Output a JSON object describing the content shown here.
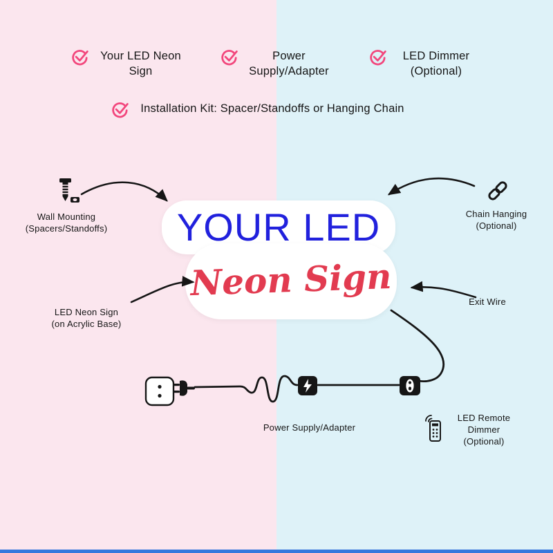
{
  "theme": {
    "bg_left": "#fbe6ee",
    "bg_right": "#def2f8",
    "check": "#f2467c",
    "sign_blue": "#2121dd",
    "sign_red": "#e23b50",
    "wire_ink": "#161616",
    "bottom_bar": "#3a78dd"
  },
  "checklist": [
    {
      "label": "Your LED Neon Sign"
    },
    {
      "label": "Power Supply/Adapter"
    },
    {
      "label": "LED Dimmer (Optional)"
    },
    {
      "label": "Installation Kit: Spacer/Standoffs or Hanging Chain"
    }
  ],
  "sign": {
    "title": "YOUR LED",
    "subtitle": "Neon Sign"
  },
  "callouts": {
    "wall_mounting": {
      "line1": "Wall Mounting",
      "line2": "(Spacers/Standoffs)"
    },
    "chain_hanging": {
      "line1": "Chain Hanging",
      "line2": "(Optional)"
    },
    "led_neon_sign": {
      "line1": "LED Neon Sign",
      "line2": "(on Acrylic Base)"
    },
    "exit_wire": {
      "line1": "Exit Wire"
    },
    "power_supply": {
      "line1": "Power Supply/Adapter"
    },
    "remote_dimmer": {
      "line1": "LED Remote",
      "line2": "Dimmer",
      "line3": "(Optional)"
    }
  },
  "icons": [
    "check-icon",
    "screw-icon",
    "chain-link-icon",
    "outlet-icon",
    "plug-icon",
    "power-adapter-icon",
    "dimmer-switch-icon",
    "remote-icon"
  ]
}
